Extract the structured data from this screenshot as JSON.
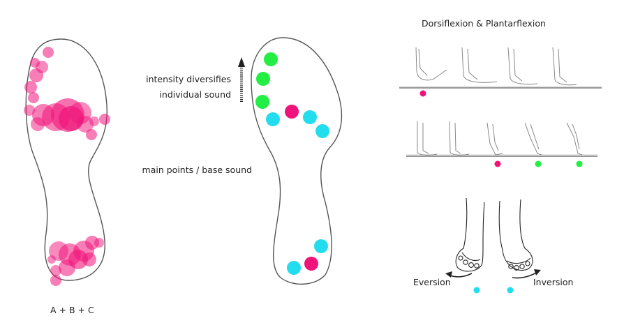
{
  "labels": {
    "caption": "A + B + C",
    "intensity": "intensity diversifies",
    "individual": "individual sound",
    "base": "main points / base sound",
    "dorsi_title": "Dorsiflexion & Plantarflexion",
    "eversion": "Eversion",
    "inversion": "Inversion"
  },
  "colors": {
    "pink": "#f0147a",
    "green": "#22ee44",
    "cyan": "#22ddee",
    "outline": "#555555",
    "sketch": "#888888"
  }
}
